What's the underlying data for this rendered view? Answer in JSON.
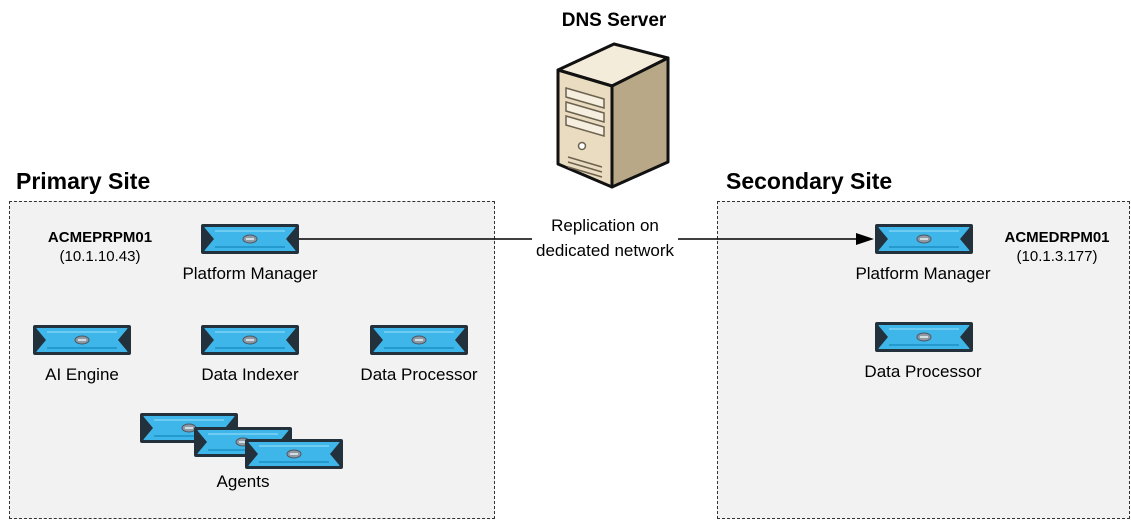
{
  "dns_server": {
    "title": "DNS Server"
  },
  "replication": {
    "line1": "Replication on",
    "line2": "dedicated network"
  },
  "primary_site": {
    "title": "Primary Site",
    "hostname": "ACMEPRPM01",
    "ip": "(10.1.10.43)",
    "platform_manager": "Platform Manager",
    "ai_engine": "AI Engine",
    "data_indexer": "Data Indexer",
    "data_processor": "Data Processor",
    "agents": "Agents"
  },
  "secondary_site": {
    "title": "Secondary Site",
    "hostname": "ACMEDRPM01",
    "ip": "(10.1.3.177)",
    "platform_manager": "Platform Manager",
    "data_processor": "Data Processor"
  },
  "icons": {
    "server": "tower-server-icon",
    "appliance": "rack-appliance-icon"
  },
  "colors": {
    "appliance_blue": "#3fb6ea",
    "appliance_dark": "#23313c",
    "site_fill": "#f2f2f2",
    "server_beige": "#e9dcc0"
  }
}
